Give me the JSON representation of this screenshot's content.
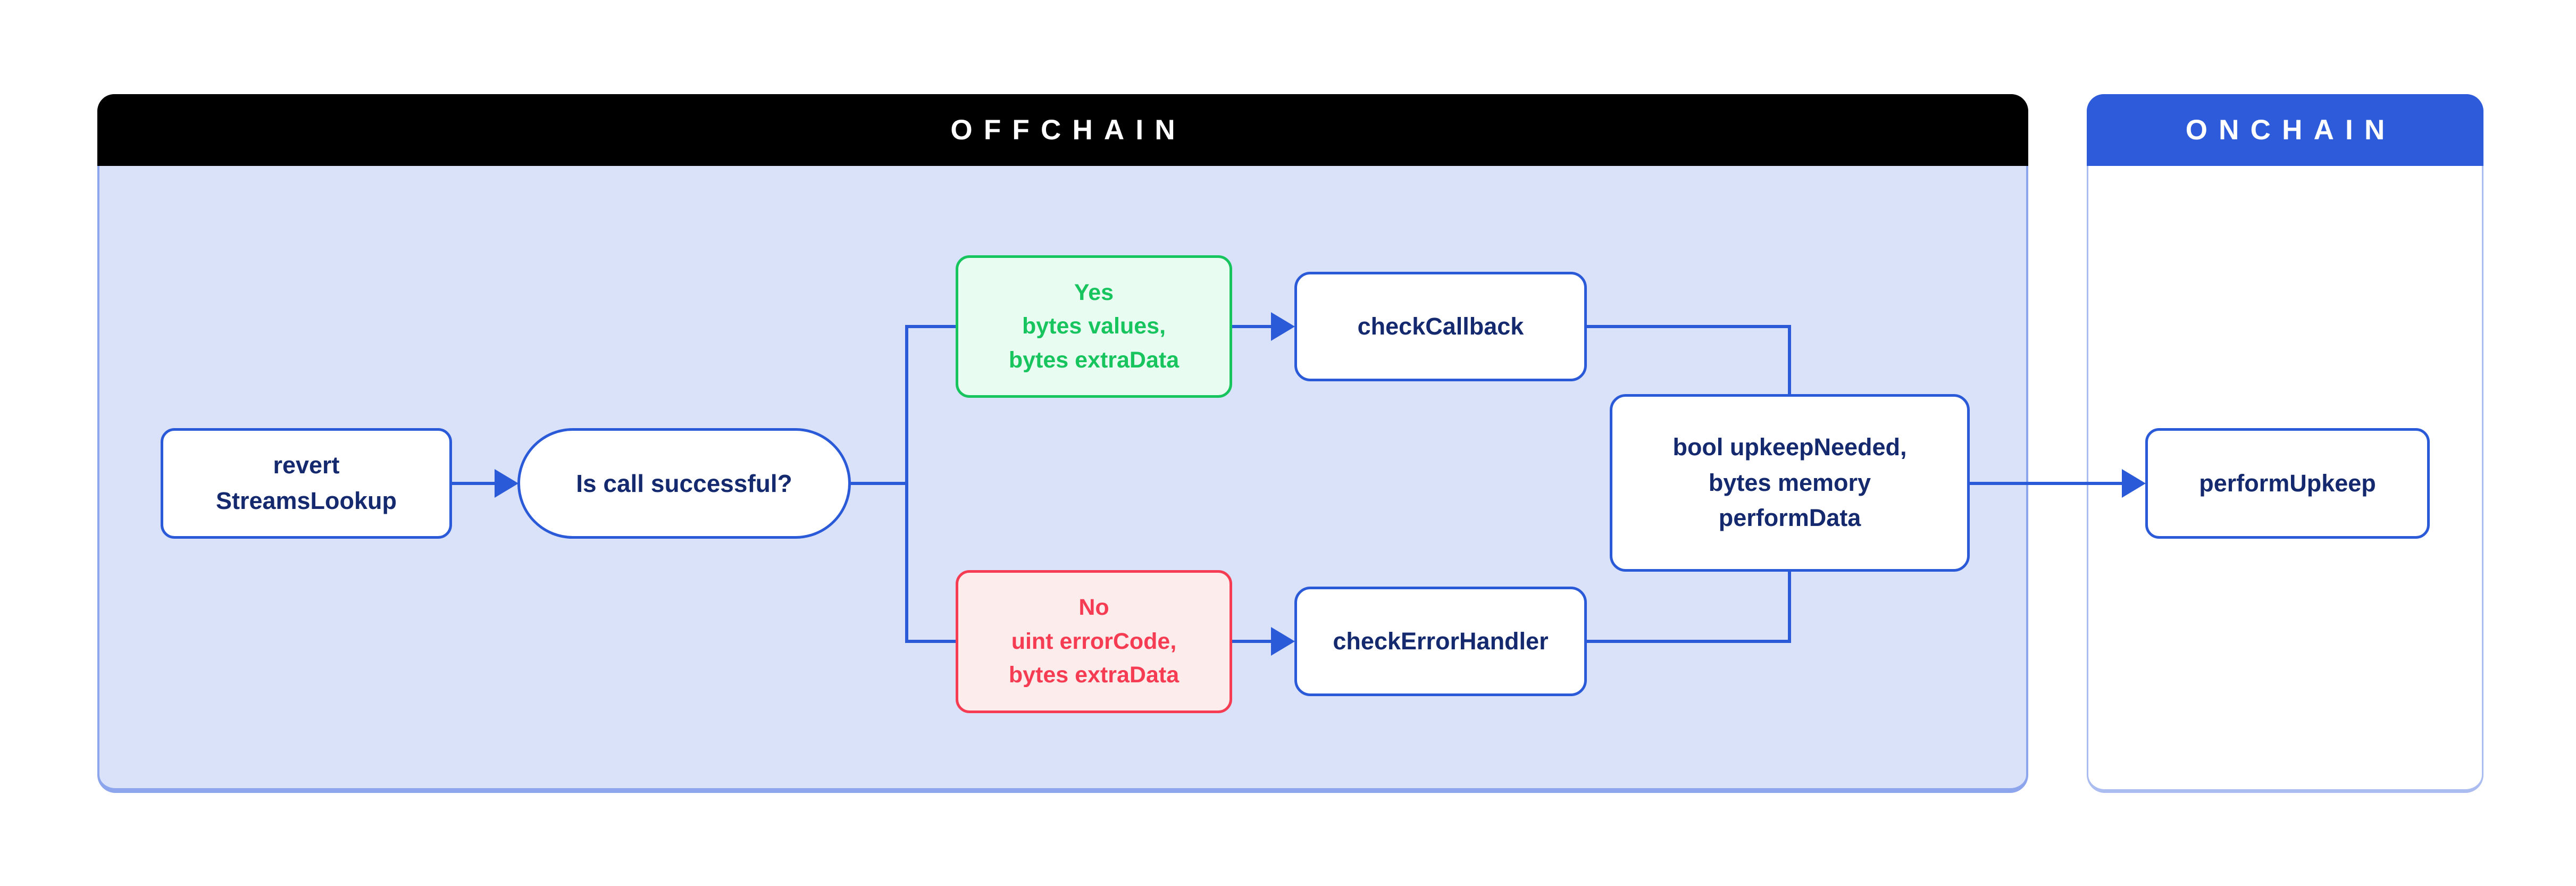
{
  "colors": {
    "accent": "#2B5AD9",
    "navy_text": "#152A6E",
    "green": "#17C45E",
    "green_bg": "#E9FCF2",
    "red": "#F53C52",
    "red_bg": "#FDECEC",
    "panel_bg": "#D9E2F8",
    "panel_border": "#8CA5EC",
    "offchain_header_bg": "#000000",
    "onchain_header_bg": "#2D5BD9",
    "header_text": "#FFFFFF",
    "page_bg": "#FFFFFF"
  },
  "panels": {
    "offchain": {
      "title": "OFFCHAIN"
    },
    "onchain": {
      "title": "ONCHAIN"
    }
  },
  "nodes": {
    "revert_streams_lookup": {
      "lines": [
        "revert",
        "StreamsLookup"
      ]
    },
    "is_call_successful": {
      "label": "Is call successful?"
    },
    "yes_branch": {
      "lines": [
        "Yes",
        "bytes values,",
        "bytes extraData"
      ]
    },
    "check_callback": {
      "label": "checkCallback"
    },
    "no_branch": {
      "lines": [
        "No",
        "uint errorCode,",
        "bytes extraData"
      ]
    },
    "check_error_handler": {
      "label": "checkErrorHandler"
    },
    "upkeep_result": {
      "lines": [
        "bool upkeepNeeded,",
        "bytes memory",
        "performData"
      ]
    },
    "perform_upkeep": {
      "label": "performUpkeep"
    }
  }
}
